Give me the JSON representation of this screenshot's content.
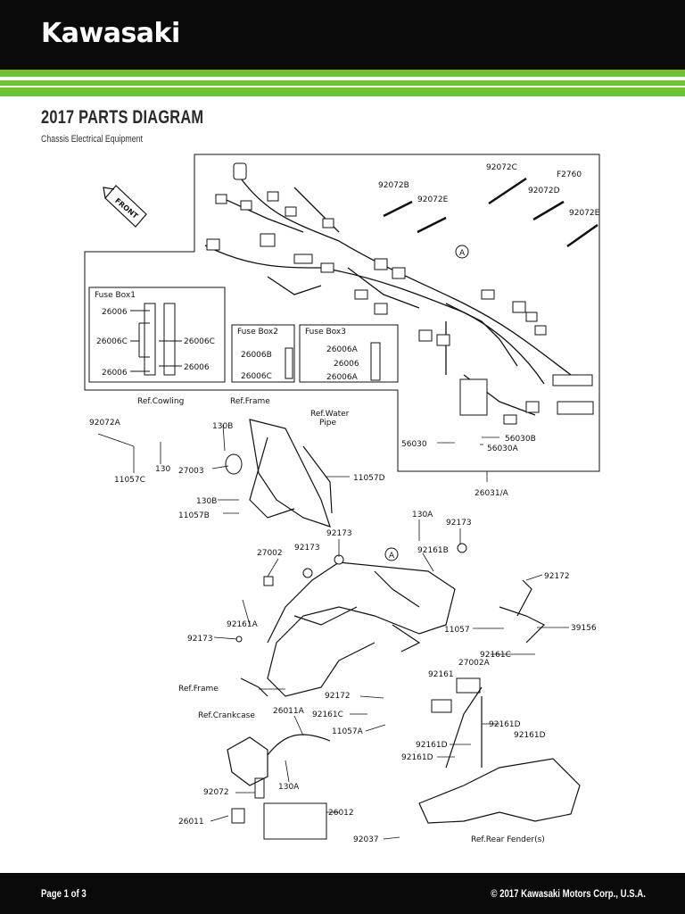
{
  "header": {
    "brand": "Kawasaki",
    "accent_color": "#6dc232",
    "bg_color": "#0a0a0a"
  },
  "page": {
    "title": "2017 PARTS DIAGRAM",
    "subtitle": "Chassis Electrical Equipment"
  },
  "diagram": {
    "code": "F2760",
    "front_label": "FRONT",
    "callout_a": "A",
    "fuse_boxes": [
      {
        "title": "Fuse Box1",
        "parts": [
          "26006",
          "26006C",
          "26006C",
          "26006",
          "26006"
        ]
      },
      {
        "title": "Fuse Box2",
        "parts": [
          "26006B",
          "26006C"
        ]
      },
      {
        "title": "Fuse Box3",
        "parts": [
          "26006A",
          "26006",
          "26006A"
        ]
      }
    ],
    "references": {
      "cowling": "Ref.Cowling",
      "frame_top": "Ref.Frame",
      "water_pipe_1": "Ref.Water",
      "water_pipe_2": "Pipe",
      "frame_left": "Ref.Frame",
      "crankcase": "Ref.Crankcase",
      "rear_fender": "Ref.Rear Fender(s)"
    },
    "parts": {
      "p92072C": "92072C",
      "p92072B": "92072B",
      "p92072E_1": "92072E",
      "p92072D": "92072D",
      "p92072E_2": "92072E",
      "p92072A": "92072A",
      "p11057C": "11057C",
      "p130_1": "130",
      "p130B_1": "130B",
      "p27003": "27003",
      "p130B_2": "130B",
      "p11057B": "11057B",
      "p11057D": "11057D",
      "p56030": "56030",
      "p56030B": "56030B",
      "p56030A": "56030A",
      "p26031A": "26031/A",
      "p130A_1": "130A",
      "p92173_1": "92173",
      "p92173_2": "92173",
      "p92161B": "92161B",
      "p27002": "27002",
      "p92173_3": "92173",
      "p92172_1": "92172",
      "p92161A": "92161A",
      "p92173_4": "92173",
      "p11057": "11057",
      "p39156": "39156",
      "p92161C_1": "92161C",
      "p27002A": "27002A",
      "p92161": "92161",
      "p92172_2": "92172",
      "p26011A": "26011A",
      "p92161C_2": "92161C",
      "p11057A": "11057A",
      "p92161D_1": "92161D",
      "p92161D_2": "92161D",
      "p92161D_3": "92161D",
      "p92161D_4": "92161D",
      "p92072": "92072",
      "p130A_2": "130A",
      "p26011": "26011",
      "p26012": "26012",
      "p92037": "92037"
    }
  },
  "footer": {
    "page": "Page 1 of 3",
    "copyright": "© 2017 Kawasaki Motors Corp., U.S.A."
  }
}
